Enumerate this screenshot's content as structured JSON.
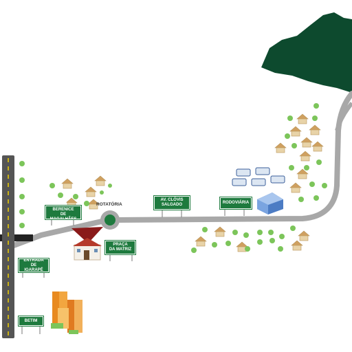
{
  "map": {
    "places": {
      "rotatoria": "ROTATÓRIA",
      "rua_berenice": "RUA BERENICE\nDE MAGALHÃES",
      "av_clovis": "AV. CLÓVIS\nSALGADO",
      "rodoviaria": "RODOVIÁRIA",
      "praca": "PRAÇA\nDA MATRIZ",
      "entrada": "ENTRADA\nDE IGARAPÉ",
      "betim": "BETIM"
    },
    "colors": {
      "road": "#a8a8a8",
      "highway": "#555555",
      "sign": "#1e7a3e",
      "mountain": "#0d4a2e",
      "tree": "#7cc55a"
    }
  }
}
